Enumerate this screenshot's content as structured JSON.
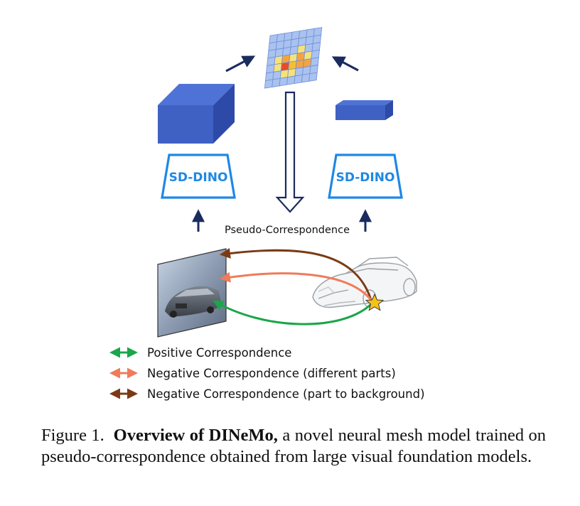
{
  "encoder_left": "SD-DINO",
  "encoder_right": "SD-DINO",
  "pseudo_label": "Pseudo-Correspondence",
  "legend": [
    {
      "text": "Positive Correspondence",
      "color": "#1aa64b"
    },
    {
      "text": "Negative Correspondence (different parts)",
      "color": "#ef7b5a"
    },
    {
      "text": "Negative Correspondence (part to background)",
      "color": "#7a3b14"
    }
  ],
  "caption": {
    "prefix": "Figure 1.",
    "bold": "Overview of DINeMo,",
    "text": "a novel neural mesh model trained on pseudo-correspondence obtained from large visual foundation models."
  },
  "colors": {
    "feature_blue": "#3f61c4",
    "encoder_blue": "#1e88e5",
    "navy_arrow": "#1a2b5e",
    "star": "#f6c21a"
  },
  "heatmap": {
    "rows": 7,
    "cols": 7,
    "hot_cells": [
      [
        2,
        4,
        "#f5e27a"
      ],
      [
        3,
        1,
        "#f5e27a"
      ],
      [
        3,
        2,
        "#f5a340"
      ],
      [
        3,
        3,
        "#f5e27a"
      ],
      [
        3,
        4,
        "#f5a340"
      ],
      [
        3,
        5,
        "#f5e27a"
      ],
      [
        4,
        1,
        "#f5e27a"
      ],
      [
        4,
        2,
        "#e84a2a"
      ],
      [
        4,
        3,
        "#f5c030"
      ],
      [
        4,
        4,
        "#f5a340"
      ],
      [
        4,
        5,
        "#f5a340"
      ],
      [
        5,
        2,
        "#f5e27a"
      ],
      [
        5,
        3,
        "#f5e27a"
      ]
    ]
  }
}
